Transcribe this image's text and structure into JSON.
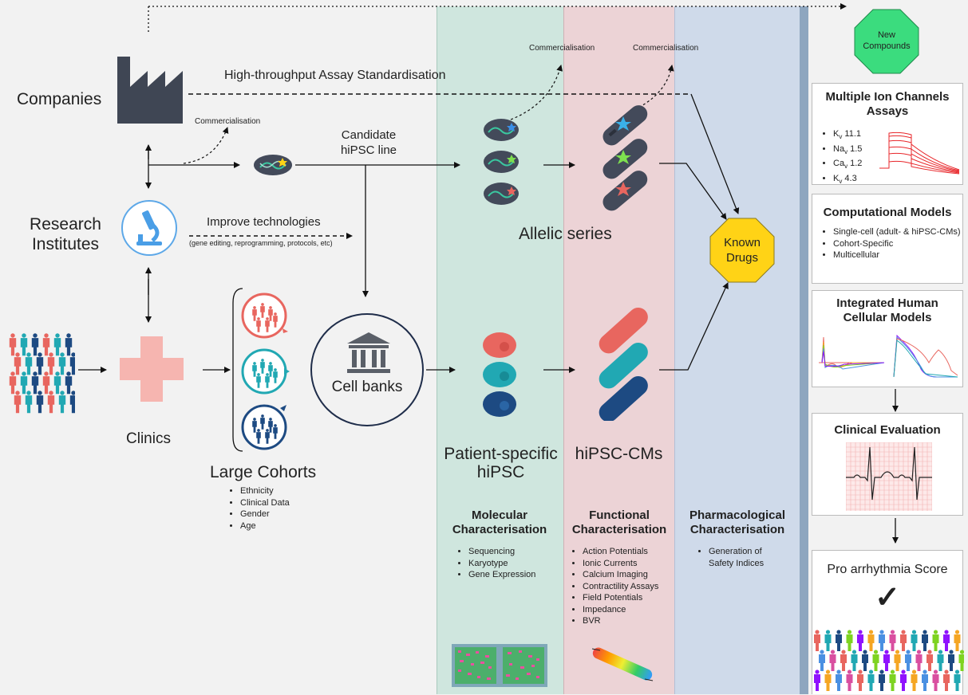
{
  "actors": {
    "companies": "Companies",
    "research_institutes": "Research Institutes",
    "clinics": "Clinics",
    "cell_banks": "Cell banks"
  },
  "flow_labels": {
    "high_throughput": "High-throughput Assay Standardisation",
    "commercialisation": "Commercialisation",
    "candidate_line": "Candidate hiPSC line",
    "improve_tech": "Improve technologies",
    "improve_tech_sub": "(gene editing, reprogramming, protocols, etc)",
    "allelic_series": "Allelic series"
  },
  "cohorts": {
    "title": "Large Cohorts",
    "items": [
      "Ethnicity",
      "Clinical Data",
      "Gender",
      "Age"
    ]
  },
  "stages": {
    "patient_hipsc": "Patient-specific hiPSC",
    "hipsc_cms": "hiPSC-CMs"
  },
  "characterisation": {
    "molecular": {
      "title": "Molecular Characterisation",
      "items": [
        "Sequencing",
        "Karyotype",
        "Gene Expression"
      ]
    },
    "functional": {
      "title": "Functional Characterisation",
      "items": [
        "Action Potentials",
        "Ionic Currents",
        "Calcium Imaging",
        "Contractility Assays",
        "Field Potentials",
        "Impedance",
        "BVR"
      ]
    },
    "pharmacological": {
      "title": "Pharmacological Characterisation",
      "items": [
        "Generation of Safety Indices"
      ]
    }
  },
  "badges": {
    "new_compounds": "New Compounds",
    "known_drugs": "Known Drugs"
  },
  "right_panels": {
    "ion_channels": {
      "title": "Multiple Ion Channels Assays",
      "channels": [
        {
          "name": "K",
          "sub": "v",
          "num": " 11.1"
        },
        {
          "name": "Na",
          "sub": "v",
          "num": " 1.5"
        },
        {
          "name": "Ca",
          "sub": "v",
          "num": " 1.2"
        },
        {
          "name": "K",
          "sub": "v",
          "num": " 4.3"
        }
      ]
    },
    "computational": {
      "title": "Computational Models",
      "items": [
        "Single-cell (adult- & hiPSC-CMs)",
        "Cohort-Specific",
        "Multicellular"
      ]
    },
    "integrated": {
      "title": "Integrated Human Cellular Models"
    },
    "clinical": {
      "title": "Clinical Evaluation"
    },
    "score": {
      "title": "Pro arrhythmia Score",
      "check": "✓"
    }
  },
  "colors": {
    "molecular_band": "#cfe6de",
    "functional_band": "#ecd3d6",
    "pharmacological_band": "#cfdaea",
    "red": "#e8665f",
    "teal": "#21a8b3",
    "navy": "#1d4a82",
    "octagon_green": "#3bdc7e",
    "octagon_yellow": "#ffd316",
    "cell_dark": "#434a5a"
  }
}
